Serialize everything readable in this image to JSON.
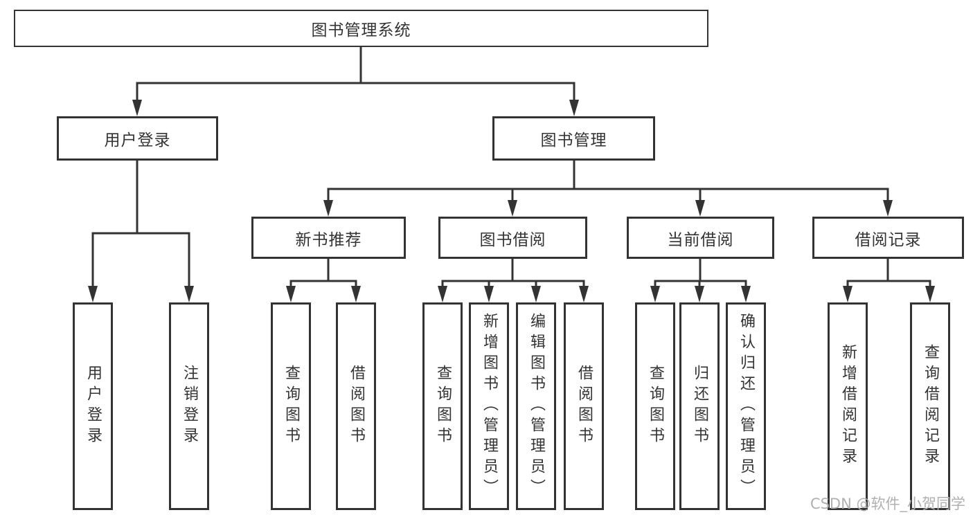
{
  "tree": {
    "root": {
      "label": "图书管理系统"
    },
    "branches": [
      {
        "label": "用户登录",
        "children": [
          {
            "label": "用户登录"
          },
          {
            "label": "注销登录"
          }
        ]
      },
      {
        "label": "图书管理",
        "children": [
          {
            "label": "新书推荐",
            "children": [
              {
                "label": "查询图书"
              },
              {
                "label": "借阅图书"
              }
            ]
          },
          {
            "label": "图书借阅",
            "children": [
              {
                "label": "查询图书"
              },
              {
                "label": "新增图书（管理员）"
              },
              {
                "label": "编辑图书（管理员）"
              },
              {
                "label": "借阅图书"
              }
            ]
          },
          {
            "label": "当前借阅",
            "children": [
              {
                "label": "查询图书"
              },
              {
                "label": "归还图书"
              },
              {
                "label": "确认归还（管理员）"
              }
            ]
          },
          {
            "label": "借阅记录",
            "children": [
              {
                "label": "新增借阅记录"
              },
              {
                "label": "查询借阅记录"
              }
            ]
          }
        ]
      }
    ]
  },
  "watermark": {
    "text": "CSDN @软件_小贺同学"
  },
  "colors": {
    "line": "#333333",
    "box_border": "#333333",
    "text": "#333333",
    "background": "#ffffff",
    "watermark": "#b0b0b0"
  }
}
